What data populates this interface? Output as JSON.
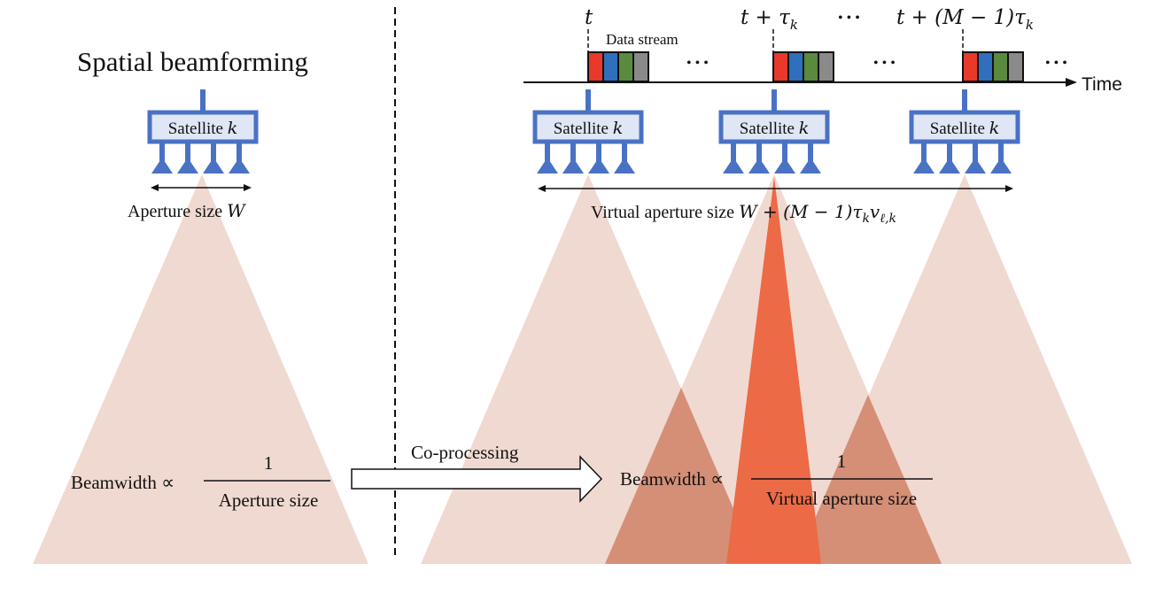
{
  "left_panel": {
    "title": "Spatial beamforming",
    "satellite_label": "Satellite",
    "satellite_index": "k",
    "aperture_label": "Aperture size ",
    "aperture_symbol": "W",
    "beamwidth_label": "Beamwidth ∝",
    "fraction_numerator": "1",
    "fraction_denominator": "Aperture size"
  },
  "arrow": {
    "label": "Co-processing"
  },
  "right_panel": {
    "time_label": "Time",
    "data_stream_label": "Data stream",
    "time_markers": [
      "t",
      "t + τ",
      "t + (M − 1)τ"
    ],
    "time_marker_subscript": "k",
    "ellipsis": "• • •",
    "satellites": [
      {
        "label": "Satellite",
        "index": "k"
      },
      {
        "label": "Satellite",
        "index": "k"
      },
      {
        "label": "Satellite",
        "index": "k"
      }
    ],
    "virtual_aperture_label": "Virtual aperture size ",
    "virtual_aperture_formula": "W + (M − 1)τ",
    "virtual_aperture_sub1": "k",
    "virtual_aperture_v": "v",
    "virtual_aperture_sub2": "ℓ,k",
    "beamwidth_label": "Beamwidth ∝",
    "fraction_numerator": "1",
    "fraction_denominator": "Virtual aperture size"
  },
  "packet_colors": [
    "#e8392a",
    "#2f6fbd",
    "#5a8a3e",
    "#8a8a8a"
  ],
  "colors": {
    "beam_light": "#f0d9d1",
    "beam_overlap": "#d48f76",
    "beam_focused": "#ec6a45",
    "satellite_blue": "#4a72c4",
    "satellite_fill": "#dfe6f5"
  }
}
